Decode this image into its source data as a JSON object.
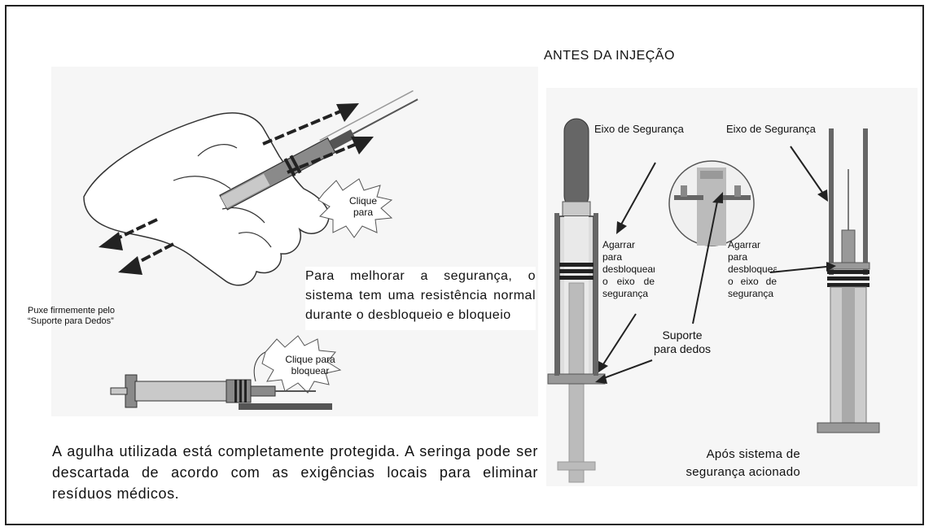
{
  "colors": {
    "border": "#222222",
    "dark_gray": "#555555",
    "mid_gray": "#8a8a8a",
    "light_gray": "#c9c9c9",
    "panel_bg": "#f6f6f6"
  },
  "left": {
    "click_open_label": "Clique para",
    "pull_text": "Puxe firmemente pelo “Suporte para Dedos”",
    "safety_text": "Para melhorar a segurança, o sistema tem uma resistência normal durante o desbloqueio e bloqueio",
    "click_lock_label": "Clique para bloquear",
    "bottom_text": "A agulha utilizada está completamente protegida. A seringa pode ser descartada de acordo com as exigências locais para eliminar resíduos médicos."
  },
  "right": {
    "title": "ANTES DA INJEÇÃO",
    "label_axis_left": "Eixo de Segurança",
    "label_axis_right": "Eixo de Segurança",
    "grab_left": "Agarrar para desbloquear o eixo de segurança",
    "grab_right": "Agarrar para desbloquear o eixo de segurança",
    "finger_support": "Suporte para dedos",
    "after_text": "Após sistema de segurança acionado"
  },
  "icons": [
    "hand-with-syringe-illustration",
    "syringe-locked-illustration",
    "syringe-before-illustration",
    "detail-magnifier-illustration",
    "syringe-after-illustration"
  ]
}
